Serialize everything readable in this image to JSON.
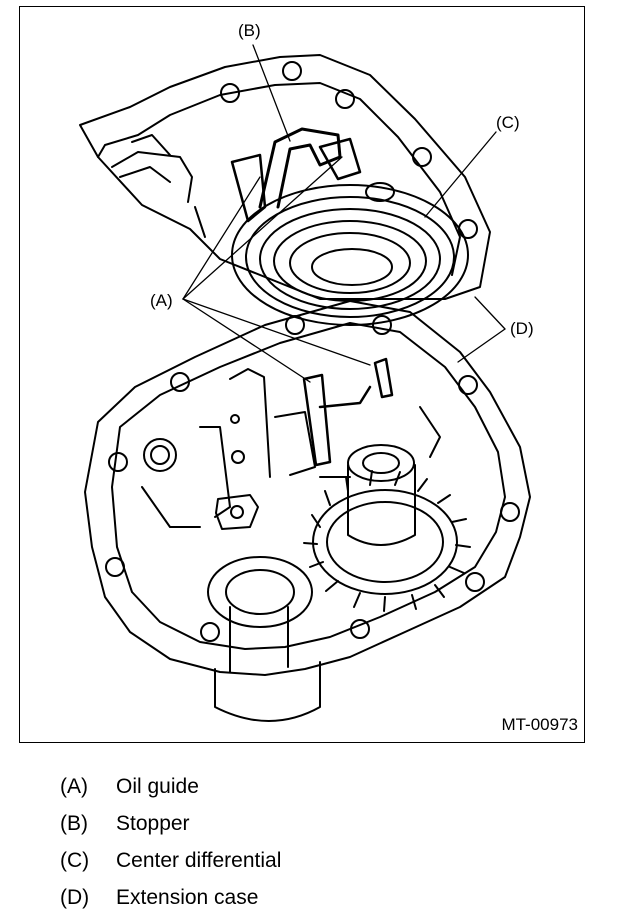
{
  "figure": {
    "id": "MT-00973",
    "callouts": {
      "a": "(A)",
      "b": "(B)",
      "c": "(C)",
      "d": "(D)"
    }
  },
  "legend": [
    {
      "key": "(A)",
      "label": "Oil guide"
    },
    {
      "key": "(B)",
      "label": "Stopper"
    },
    {
      "key": "(C)",
      "label": "Center differential"
    },
    {
      "key": "(D)",
      "label": "Extension case"
    }
  ]
}
